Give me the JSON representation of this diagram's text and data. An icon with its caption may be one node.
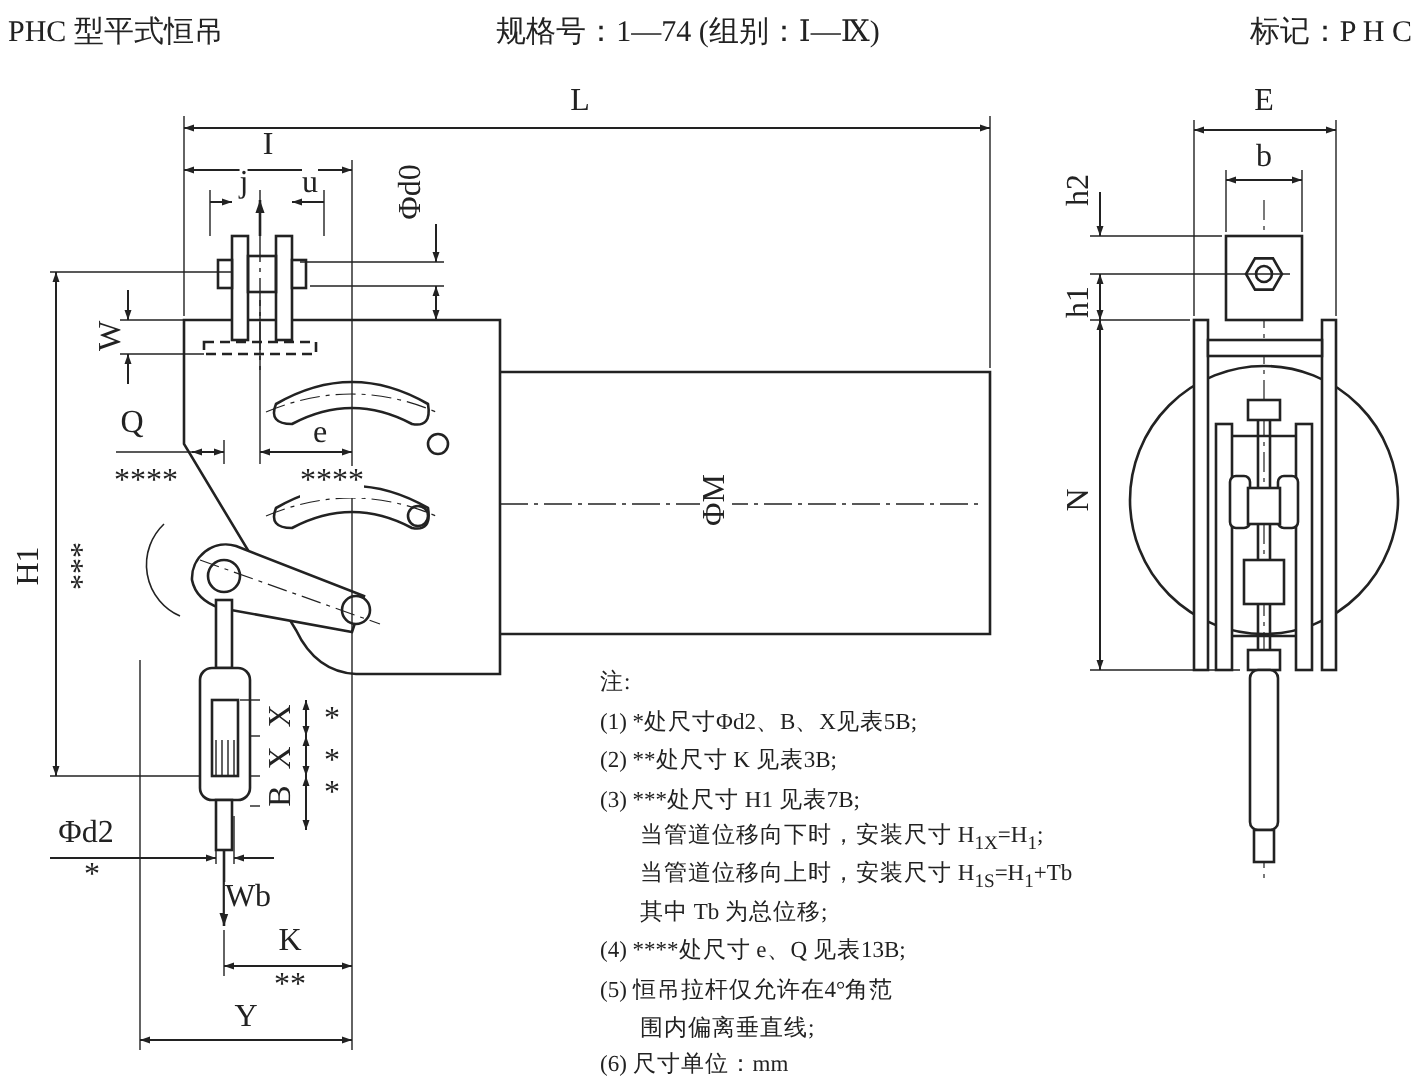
{
  "diagram": {
    "title": "PHC 型平式恒吊",
    "labels": [
      "规格号：1—74 (组别：Ⅰ—Ⅸ)",
      "标记：P H C",
      "L",
      "E",
      "I",
      "j",
      "u",
      "Φd0",
      "b",
      "h2",
      "h1",
      "W",
      "Q",
      "****",
      "e",
      "****",
      "ΦM",
      "N",
      "H1",
      "***",
      "注:",
      "X",
      "*",
      "X",
      "*",
      "B",
      "*",
      "(1) *处尺寸Φd2、B、X见表5B;",
      "(2) **处尺寸 K 见表3B;",
      "(3) ***处尺寸 H1 见表7B;",
      "当管道位移向下时，安装尺寸 H$_{1X}$=H$_{1}$;",
      "当管道位移向上时，安装尺寸 H$_{1S}$=H$_{1}$+Tb",
      "其中 Tb 为总位移;",
      "(4) ****处尺寸 e、Q 见表13B;",
      "(5) 恒吊拉杆仅允许在4°角范",
      "围内偏离垂直线;",
      "(6) 尺寸单位：mm",
      "Φd2",
      "*",
      "Wb",
      "K",
      "**",
      "Y"
    ]
  }
}
